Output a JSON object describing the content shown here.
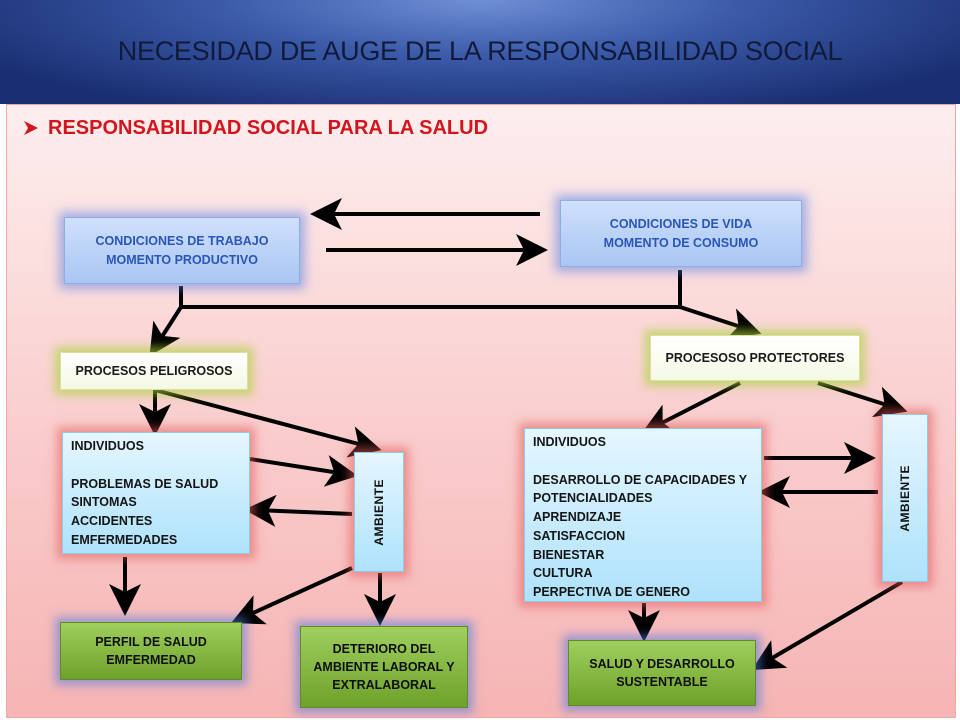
{
  "header": {
    "title": "NECESIDAD DE AUGE DE LA RESPONSABILIDAD SOCIAL"
  },
  "subtitle": {
    "text": "RESPONSABILIDAD SOCIAL PARA LA SALUD"
  },
  "colors": {
    "accent": "#d4141c",
    "arrow": "#000000"
  },
  "nodes": {
    "trabajo": {
      "lines": [
        "CONDICIONES DE TRABAJO",
        "MOMENTO PRODUCTIVO"
      ]
    },
    "vida": {
      "lines": [
        "CONDICIONES DE VIDA",
        "MOMENTO DE CONSUMO"
      ]
    },
    "peligrosos": {
      "label": "PROCESOS PELIGROSOS"
    },
    "protectores": {
      "label": "PROCESOSO PROTECTORES"
    },
    "individuos_left": {
      "lines": [
        "INDIVIDUOS",
        "",
        "PROBLEMAS DE SALUD",
        "SINTOMAS",
        "ACCIDENTES",
        "EMFERMEDADES"
      ]
    },
    "individuos_right": {
      "lines": [
        "INDIVIDUOS",
        "",
        "DESARROLLO DE CAPACIDADES Y",
        "POTENCIALIDADES",
        "APRENDIZAJE",
        "SATISFACCION",
        "BIENESTAR",
        "CULTURA",
        "PERPECTIVA DE GENERO"
      ]
    },
    "ambiente_left": {
      "label": "AMBIENTE"
    },
    "ambiente_right": {
      "label": "AMBIENTE"
    },
    "perfil": {
      "lines": [
        "PERFIL DE SALUD",
        "EMFERMEDAD"
      ]
    },
    "deterioro": {
      "lines": [
        "DETERIORO DEL",
        "AMBIENTE LABORAL Y",
        "EXTRALABORAL"
      ]
    },
    "salud": {
      "lines": [
        "SALUD Y DESARROLLO",
        "SUSTENTABLE"
      ]
    }
  }
}
